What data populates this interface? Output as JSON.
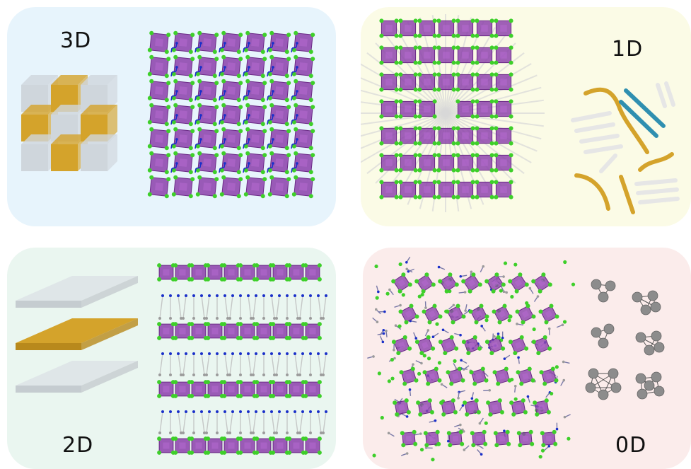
{
  "panels": {
    "three_d": {
      "label": "3D",
      "bg": "#e7f4fc"
    },
    "one_d": {
      "label": "1D",
      "bg": "#fbfbe6"
    },
    "two_d": {
      "label": "2D",
      "bg": "#eaf6f0"
    },
    "zero_d": {
      "label": "0D",
      "bg": "#fbeceb"
    }
  },
  "colors": {
    "octahedron": "#8e44ad",
    "octahedron_light": "#b46ad0",
    "halide": "#3ecf2a",
    "nitrogen": "#1a2fc9",
    "carbon": "#9b9b9b",
    "gold": "#d4a32b",
    "grey_block": "#cfd6dc",
    "blue_rod": "#2f8fb0",
    "white_rod": "#e6e6e6",
    "cluster": "#8c8c8c"
  }
}
